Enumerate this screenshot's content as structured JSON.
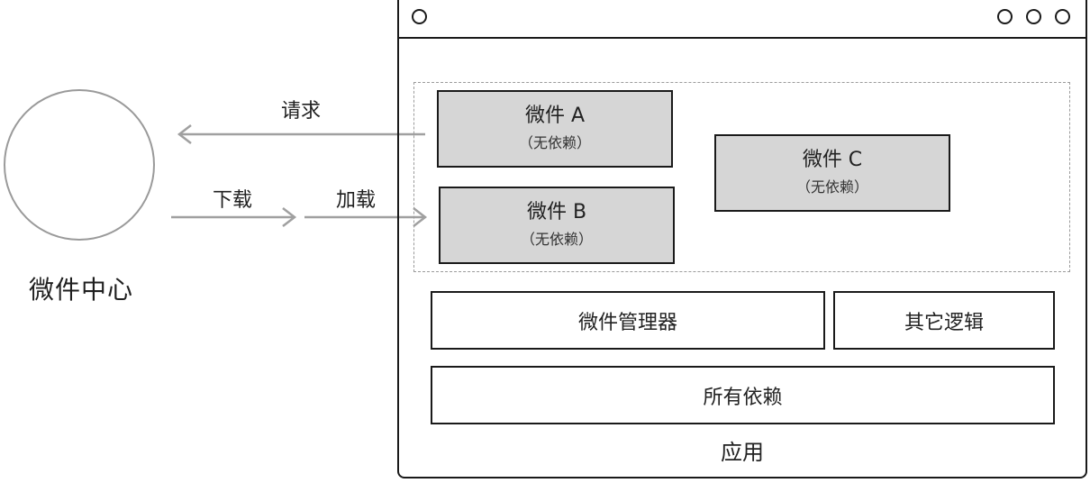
{
  "hub": {
    "label": "微件中心"
  },
  "arrows": {
    "request_label": "请求",
    "download_label": "下载",
    "load_label": "加载"
  },
  "app": {
    "label": "应用",
    "widgets": [
      {
        "title": "微件 A",
        "subtitle": "（无依赖）"
      },
      {
        "title": "微件 B",
        "subtitle": "（无依赖）"
      },
      {
        "title": "微件 C",
        "subtitle": "（无依赖）"
      }
    ],
    "widget_manager_label": "微件管理器",
    "other_logic_label": "其它逻辑",
    "all_dependencies_label": "所有依赖"
  },
  "colors": {
    "widget_fill": "#d6d6d6",
    "arrow_gray": "#a0a0a0",
    "outline": "#1a1a1a"
  }
}
